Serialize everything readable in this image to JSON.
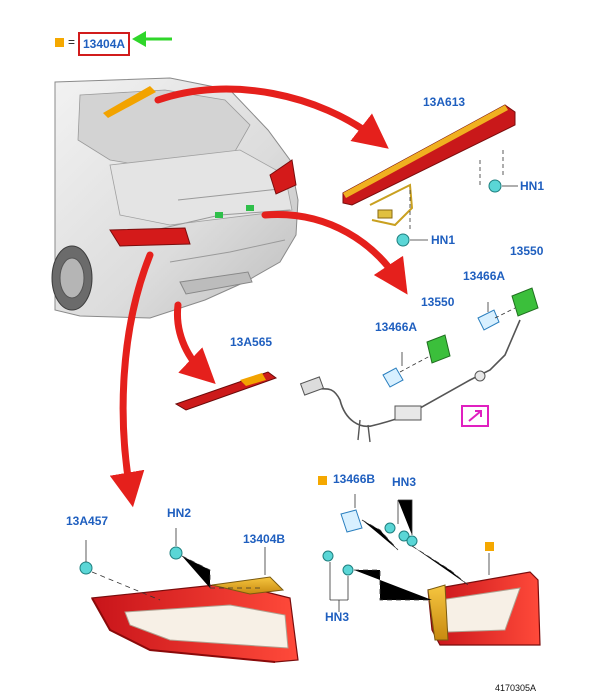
{
  "legend": {
    "equals": "=",
    "part": "13404A"
  },
  "labels": {
    "high_mount_lamp": "13A613",
    "hn1_top": "HN1",
    "hn1_bottom": "HN1",
    "socket_a": "13466A",
    "socket_b": "13466A",
    "connector_a": "13550",
    "connector_b": "13550",
    "plate_lamp": "13A565",
    "lamp_nut": "13A457",
    "hn2": "HN2",
    "outer_lamp": "13404B",
    "bulb_socket": "13466B",
    "hn3_top": "HN3",
    "hn3_bottom": "HN3"
  },
  "reference": "4170305A",
  "colors": {
    "label_blue": "#1f5fbf",
    "legend_orange": "#f5a800",
    "highlight_red": "#d11c1c",
    "arrow_red": "#e5201c",
    "arrow_green": "#2fd62a",
    "connector_green": "#3bbf3b",
    "fastener_cyan": "#5ad6d6",
    "callout_magenta": "#e020c0"
  }
}
